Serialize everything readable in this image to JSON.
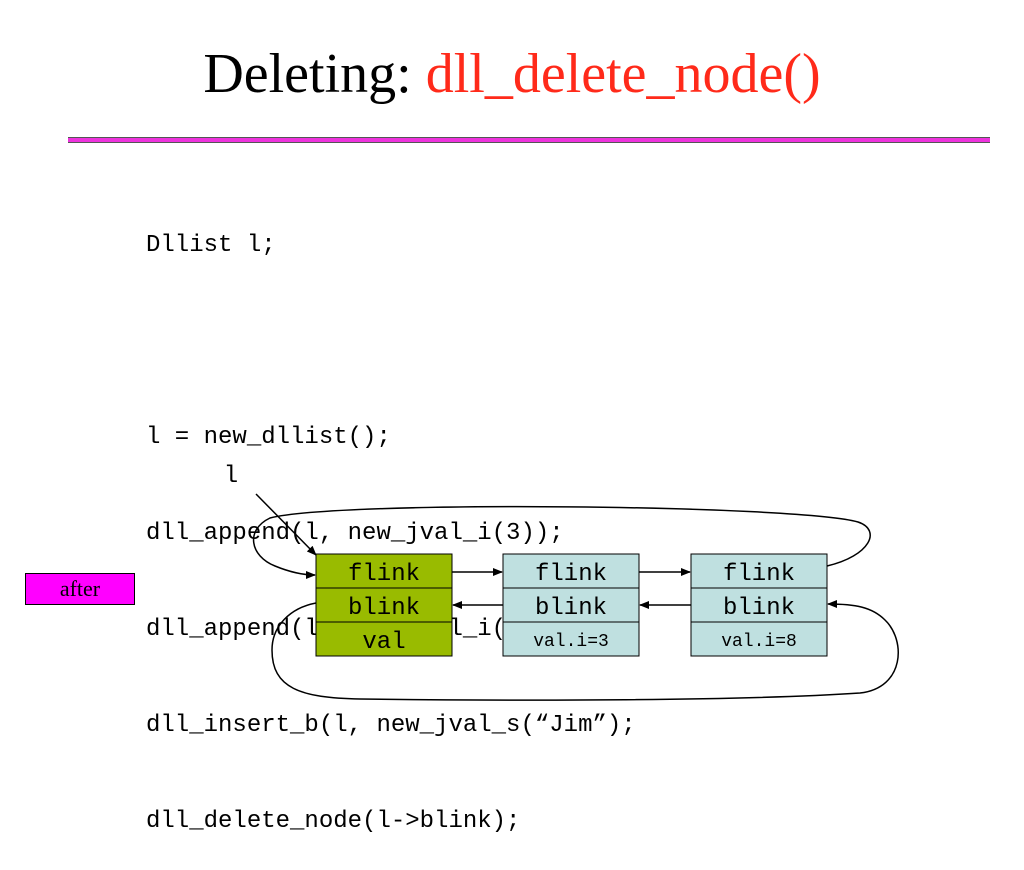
{
  "title": {
    "prefix": "Deleting: ",
    "function_name": "dll_delete_node()"
  },
  "colors": {
    "title_function": "#ff2a1a",
    "divider": "#ee33dd",
    "sentinel_node": "#99bb00",
    "data_node": "#bfe0e0",
    "after_label_bg": "#ff00ff"
  },
  "code_lines": [
    "Dllist l;",
    "",
    "l = new_dllist();",
    "dll_append(l, new_jval_i(3));",
    "dll_append(l, new_jval_i(8));",
    "dll_insert_b(l, new_jval_s(“Jim”);",
    "dll_delete_node(l->blink);"
  ],
  "after_label": "after",
  "diagram": {
    "pointer_label": "l",
    "nodes": [
      {
        "kind": "sentinel",
        "fields": [
          "flink",
          "blink",
          "val"
        ]
      },
      {
        "kind": "data",
        "fields": [
          "flink",
          "blink",
          "val.i=3"
        ]
      },
      {
        "kind": "data",
        "fields": [
          "flink",
          "blink",
          "val.i=8"
        ]
      }
    ]
  }
}
